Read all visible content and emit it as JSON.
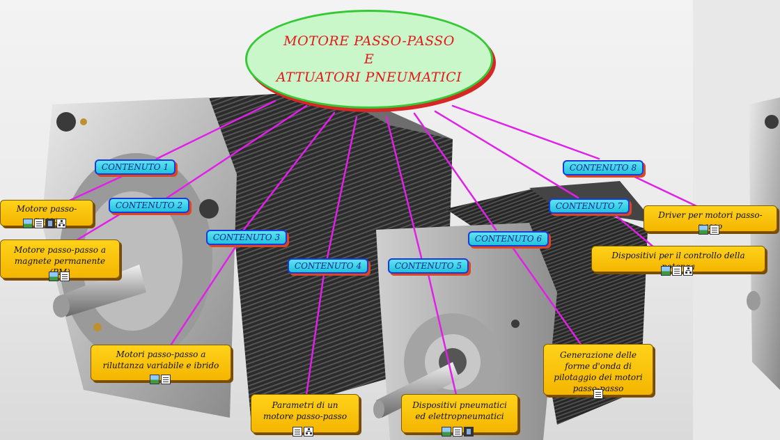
{
  "center": {
    "lines": [
      "MOTORE PASSO-PASSO",
      "E",
      "ATTUATORI PNEUMATICI"
    ]
  },
  "contents": [
    "CONTENUTO 1",
    "CONTENUTO 2",
    "CONTENUTO 3",
    "CONTENUTO 4",
    "CONTENUTO 5",
    "CONTENUTO 6",
    "CONTENUTO 7",
    "CONTENUTO 8"
  ],
  "topics": [
    {
      "text": "Motore passo-passo",
      "icons": [
        "image-icon",
        "document-icon",
        "film-icon",
        "tree-icon"
      ]
    },
    {
      "text": "Motore passo-passo a magnete permanente (PM)",
      "icons": [
        "image-icon",
        "document-icon"
      ]
    },
    {
      "text": "Motori passo-passo a riluttanza variabile e ibrido",
      "icons": [
        "image-icon",
        "document-icon"
      ]
    },
    {
      "text": "Parametri di un motore passo-passo",
      "icons": [
        "document-icon",
        "tree-icon"
      ]
    },
    {
      "text": "Dispositivi pneumatici ed elettropneumatici",
      "icons": [
        "image-icon",
        "document-icon",
        "film-icon"
      ]
    },
    {
      "text": "Generazione delle forme d'onda di pilotaggio dei motori passo-passo",
      "icons": [
        "document-icon"
      ]
    },
    {
      "text": "Dispositivi per il controllo della potenza",
      "icons": [
        "image-icon",
        "document-icon",
        "tree-icon"
      ]
    },
    {
      "text": "Driver per motori passo-passo",
      "icons": [
        "image-icon",
        "document-icon"
      ]
    }
  ],
  "colors": {
    "center_fill": "#c9f7c9",
    "center_text": "#e8161c",
    "content_fill": "#20c3dc",
    "content_border": "#1a3bd8",
    "topic_fill": "#f4b500",
    "link_color": "#e020e8"
  }
}
